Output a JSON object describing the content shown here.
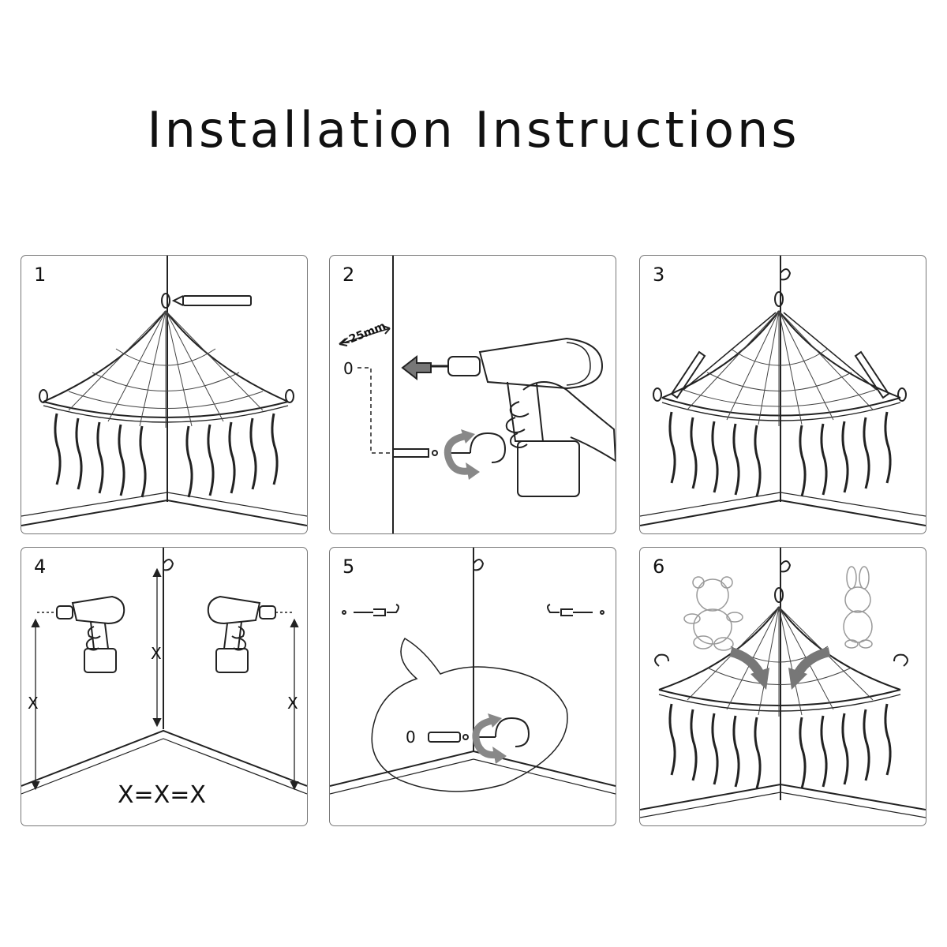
{
  "title": "Installation Instructions",
  "steps": [
    {
      "number": "1"
    },
    {
      "number": "2",
      "distance_label": "<25mm",
      "hole_mark": "0"
    },
    {
      "number": "3"
    },
    {
      "number": "4",
      "distance_mark": "X",
      "equation": "X=X=X"
    },
    {
      "number": "5",
      "hole_mark": "0"
    },
    {
      "number": "6"
    }
  ]
}
